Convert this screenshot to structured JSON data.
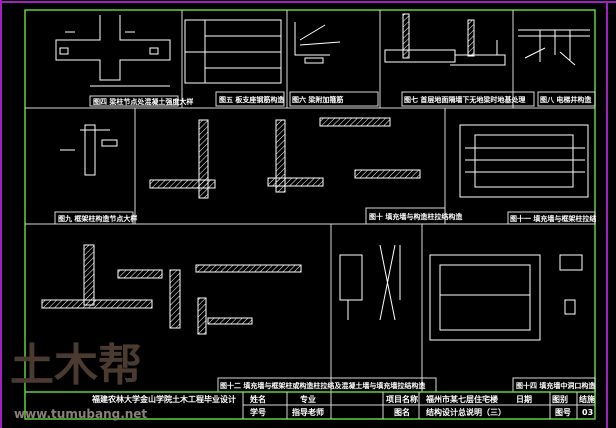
{
  "captions": {
    "fig4": "图四 梁柱节点处混凝土强度大样",
    "fig5": "图五 板支座钢筋构造",
    "fig6": "图六 梁附加箍筋",
    "fig7": "图七 首层地面隔墙下无地梁时地基处理",
    "fig8": "图八 电梯井构造",
    "fig9": "图九 框架柱构造节点大样",
    "fig10": "图十 填充墙与构造柱拉结构造",
    "fig11": "图十一 填充墙与框架柱拉结",
    "fig12": "图十二 填充墙与框架柱或构造柱拉结及混凝土墙与填充墙拉结构造",
    "fig14": "图十四 填充墙中洞口构造"
  },
  "title_block": {
    "school": "福建农林大学金山学院土木工程毕业设计",
    "name_label": "姓名",
    "major_label": "专业",
    "student_id_label": "学号",
    "advisor_label": "指导老师",
    "project_label": "项目名称",
    "project_value": "福州市某七层住宅楼",
    "date_label": "日期",
    "category_label": "图别",
    "category_value": "结施",
    "drawing_name_label": "图名",
    "drawing_name_value": "结构设计总说明（三）",
    "drawing_no_label": "图号",
    "drawing_no_value": "03"
  },
  "watermark": {
    "logo": "土木帮",
    "url": "www.tumubang.net"
  }
}
